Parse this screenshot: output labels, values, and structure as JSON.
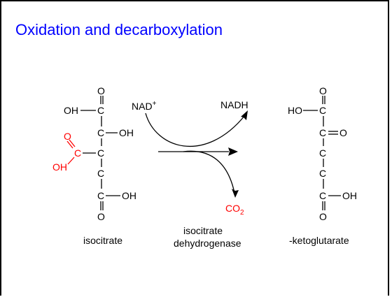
{
  "title": "Oxidation and decarboxylation",
  "labels": {
    "isocitrate": "isocitrate",
    "enzyme_line1": "isocitrate",
    "enzyme_line2": "dehydrogenase",
    "product": "-ketoglutarate",
    "nad_plus": "NAD",
    "nad_plus_sup": "+",
    "nadh": "NADH",
    "co2_main": "CO",
    "co2_sub": "2"
  },
  "isocitrate": {
    "top_O": "O",
    "oh_left": "OH",
    "c1": "C",
    "c2": "C",
    "oh_right": "OH",
    "red_O": "O",
    "red_C": "C",
    "red_OH": "OH",
    "c3": "C",
    "c4": "C",
    "c5": "C",
    "oh_bottom": "OH",
    "bottom_O": "O"
  },
  "ketoglutarate": {
    "top_O": "O",
    "ho_left": "HO",
    "c1": "C",
    "c2": "C",
    "keto_O": "O",
    "c3": "C",
    "c4": "C",
    "c5": "C",
    "oh_right": "OH",
    "bottom_O": "O"
  },
  "colors": {
    "title": "#0000ff",
    "removed_group": "#ff0000",
    "co2": "#ff0000"
  }
}
